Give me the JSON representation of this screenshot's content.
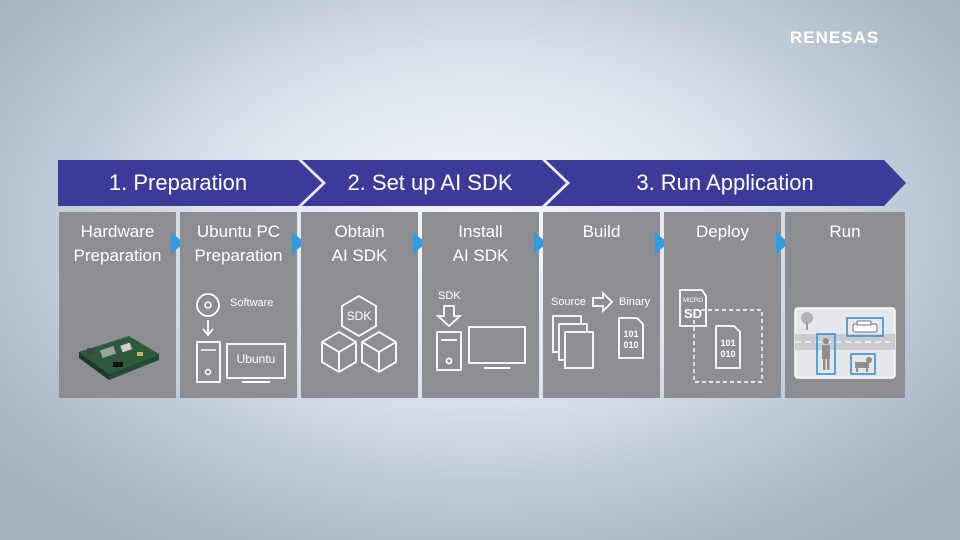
{
  "brand": {
    "logo_text": "RENESAS"
  },
  "colors": {
    "banner": "#3d3a9a",
    "panel": "#8d8e93",
    "separator": "#2f9be0",
    "icon": "#ffffff"
  },
  "phases": [
    {
      "label": "1. Preparation"
    },
    {
      "label": "2. Set up AI SDK"
    },
    {
      "label": "3. Run Application"
    }
  ],
  "steps": [
    {
      "title": "Hardware\nPreparation",
      "icon": "circuit-board-icon"
    },
    {
      "title": "Ubuntu PC\nPreparation",
      "icon": "pc-software-icon",
      "software_label": "Software",
      "os_label": "Ubuntu"
    },
    {
      "title": "Obtain\nAI SDK",
      "icon": "sdk-cubes-icon",
      "sdk_label": "SDK"
    },
    {
      "title": "Install\nAI SDK",
      "icon": "install-sdk-icon",
      "sdk_label": "SDK"
    },
    {
      "title": "Build",
      "icon": "build-icon",
      "source_label": "Source",
      "binary_label": "Binary",
      "binary_text_1": "101",
      "binary_text_2": "010"
    },
    {
      "title": "Deploy",
      "icon": "deploy-sd-icon",
      "micro_label": "MICRO",
      "sd_label": "SD",
      "binary_text_1": "101",
      "binary_text_2": "010"
    },
    {
      "title": "Run",
      "icon": "detection-scene-icon"
    }
  ]
}
